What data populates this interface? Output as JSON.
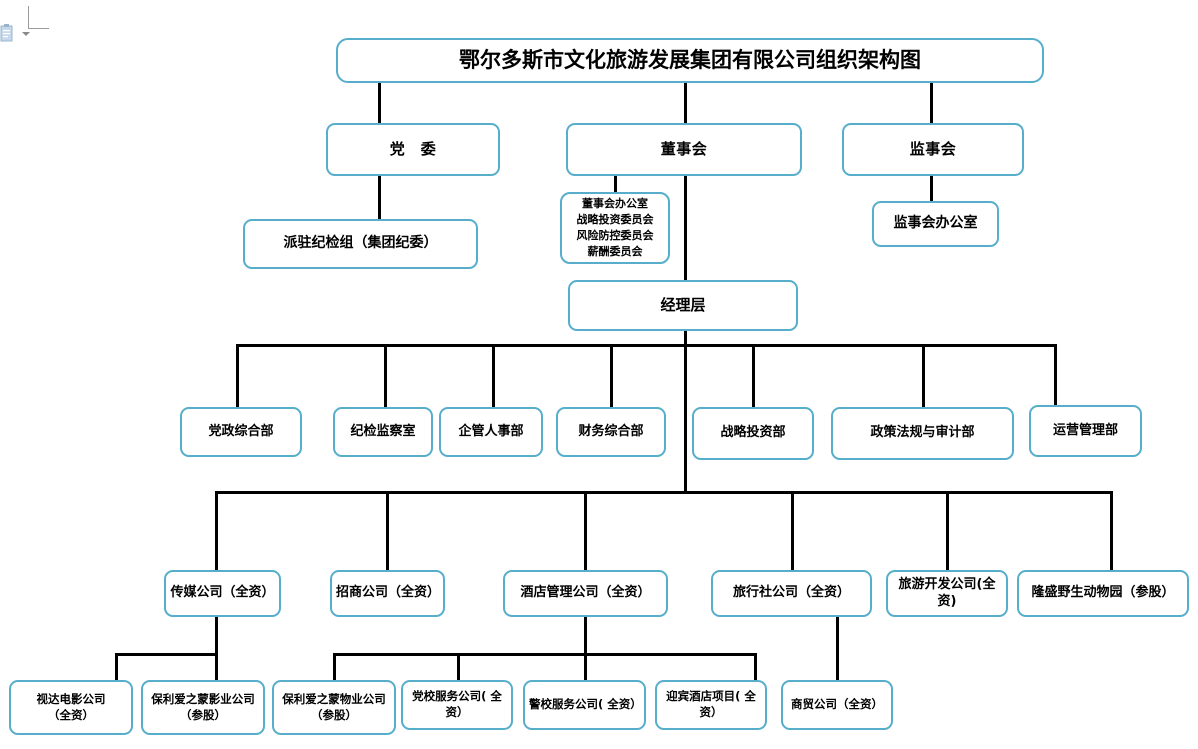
{
  "document": {
    "title": "鄂尔多斯市文化旅游发展集团有限公司组织架构图",
    "paste_icon_name": "paste-options-icon",
    "dropdown_icon_name": "paste-options-dropdown-icon"
  },
  "colors": {
    "box_border": "#56AECB",
    "connector": "#000000",
    "background": "#ffffff",
    "text": "#000000"
  },
  "chart": {
    "level2": [
      {
        "id": "party",
        "label": "党　委"
      },
      {
        "id": "board",
        "label": "董事会"
      },
      {
        "id": "supervisors",
        "label": "监事会"
      }
    ],
    "level3": [
      {
        "id": "discipline",
        "label": "派驻纪检组（集团纪委）"
      },
      {
        "id": "board_committees",
        "label": "董事会办公室\n战略投资委员会\n风险防控委员会\n薪酬委员会"
      },
      {
        "id": "supervisor_office",
        "label": "监事会办公室"
      }
    ],
    "management": {
      "id": "management",
      "label": "经理层"
    },
    "departments": [
      {
        "id": "dept-party-admin",
        "label": "党政综合部"
      },
      {
        "id": "dept-discipline-inspection",
        "label": "纪检监察室"
      },
      {
        "id": "dept-enterprise-hr",
        "label": "企管人事部"
      },
      {
        "id": "dept-finance",
        "label": "财务综合部"
      },
      {
        "id": "dept-strategy-investment",
        "label": "战略投资部"
      },
      {
        "id": "dept-policy-audit",
        "label": "政策法规与审计部"
      },
      {
        "id": "dept-operations",
        "label": "运营管理部"
      }
    ],
    "subsidiaries": [
      {
        "id": "sub-media",
        "label": "传媒公司（全资）"
      },
      {
        "id": "sub-investment-promotion",
        "label": "招商公司（全资）"
      },
      {
        "id": "sub-hotel-management",
        "label": "酒店管理公司（全资）"
      },
      {
        "id": "sub-travel-agency",
        "label": "旅行社公司（全资）"
      },
      {
        "id": "sub-tourism-development",
        "label": "旅游开发公司(全资)"
      },
      {
        "id": "sub-longsheng-zoo",
        "label": "隆盛野生动物园（参股）"
      }
    ],
    "leaf_companies": [
      {
        "id": "leaf-shida-film",
        "label": "视达电影公司\n（全资）"
      },
      {
        "id": "leaf-poly-aizhimeng-film",
        "label": "保利爱之蒙影业公司\n（参股）"
      },
      {
        "id": "leaf-poly-aizhimeng-property",
        "label": "保利爱之蒙物业公司\n（参股）"
      },
      {
        "id": "leaf-party-school-service",
        "label": "党校服务公司( 全资）"
      },
      {
        "id": "leaf-police-school-service",
        "label": "警校服务公司( 全资）"
      },
      {
        "id": "leaf-yingbin-hotel",
        "label": "迎宾酒店项目( 全资）"
      },
      {
        "id": "leaf-trading",
        "label": "商贸公司（全资）"
      }
    ]
  }
}
